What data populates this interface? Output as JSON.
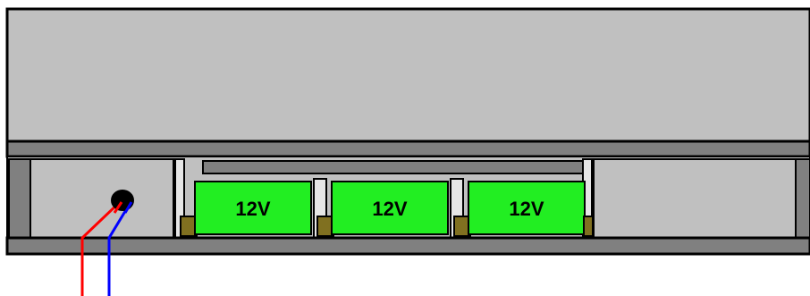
{
  "batteries": [
    {
      "label": "12V"
    },
    {
      "label": "12V"
    },
    {
      "label": "12V"
    }
  ],
  "colors": {
    "background": "#ffffff",
    "panel": "#c0c0c0",
    "rail": "#808080",
    "outline": "#000000",
    "post": "#e6e6e6",
    "battery_body": "#22ee22",
    "battery_contact": "#807020",
    "grommet": "#000000",
    "wire_positive": "#ff0000",
    "wire_negative": "#0000ff"
  },
  "wires": [
    {
      "name": "positive",
      "color_key": "wire_positive"
    },
    {
      "name": "negative",
      "color_key": "wire_negative"
    }
  ]
}
